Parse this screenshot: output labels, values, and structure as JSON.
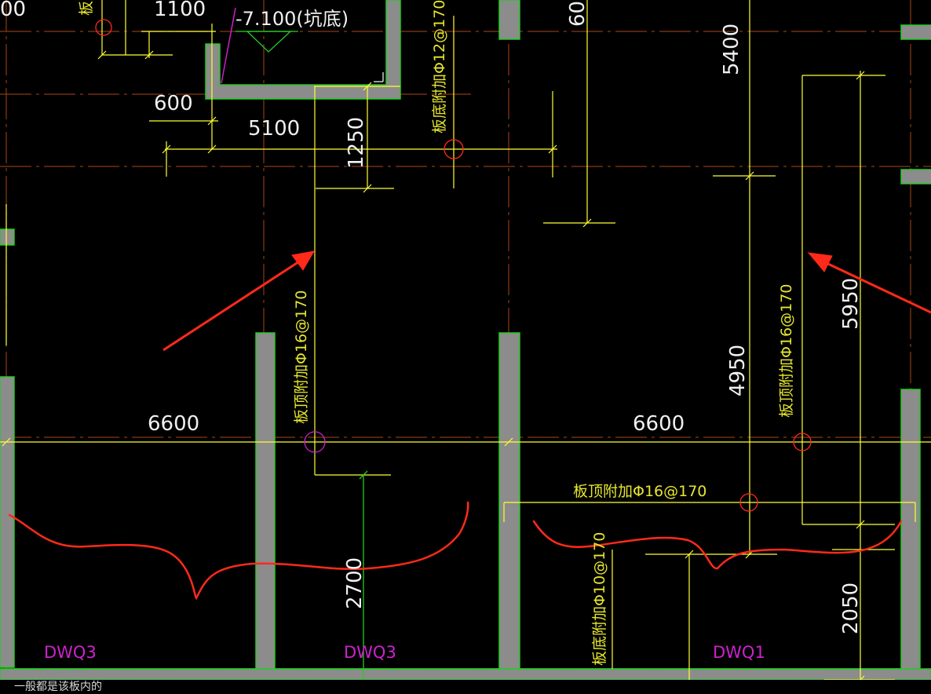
{
  "colors": {
    "background": "#000000",
    "wall_fill": "#8c8c8c",
    "wall_edge": "#22cc22",
    "dim_line": "#ffff33",
    "axis_line": "#8a3b12",
    "annotation_red": "#ff2a1a",
    "label_magenta": "#cc22cc",
    "rebar_note": "#e6e62e",
    "dim_text": "#f0f0f0"
  },
  "labels": {
    "pit_elevation": "-7.100(坑底)",
    "dims": {
      "d600_left": "600",
      "d1100": "1100",
      "d00": "00",
      "d5100": "5100",
      "d1250": "1250",
      "d60": "60",
      "d5400": "5400",
      "d5950": "5950",
      "d4950": "4950",
      "d6600_left": "6600",
      "d6600_right": "6600",
      "d2700": "2700",
      "d2050": "2050"
    },
    "rebar": {
      "top_left": "板底附加Φ12@170",
      "mid_left": "板顶附加Φ16@170",
      "mid_right": "板顶附加Φ16@170",
      "horizontal": "板顶附加Φ16@170",
      "bottom": "板底附加Φ10@170",
      "fragment": "板"
    },
    "walls": {
      "dwq3_left": "DWQ3",
      "dwq3_mid": "DWQ3",
      "dwq1": "DWQ1"
    }
  },
  "caption": "一般都是该板内的"
}
